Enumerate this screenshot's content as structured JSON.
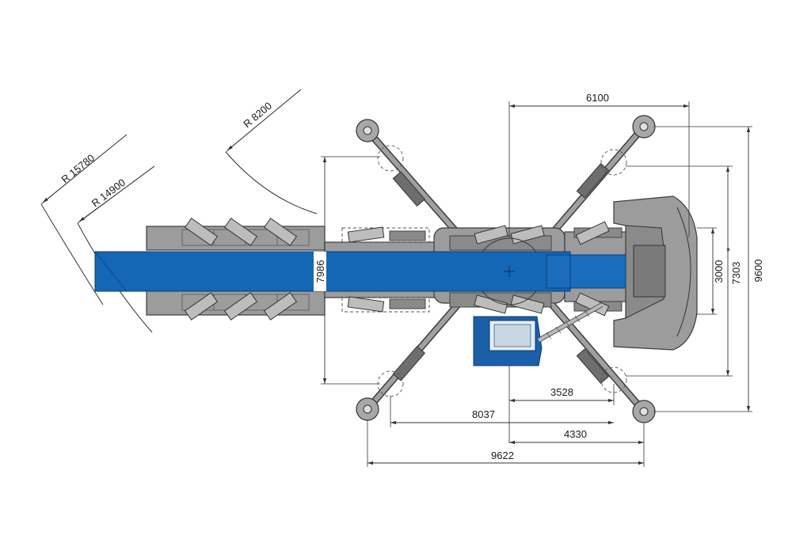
{
  "dimensions": {
    "d_6100": "6100",
    "d_9600": "9600",
    "d_7303": "7303",
    "d_7303_mark": "*",
    "d_3000": "3000",
    "d_7986": "7986",
    "d_3528": "3528",
    "d_8037": "8037",
    "d_4330": "4330",
    "d_9622": "9622"
  },
  "radii": {
    "r_15780": "R 15780",
    "r_14900": "R 14900",
    "r_8200": "R 8200"
  },
  "colors": {
    "boom_blue": "#1467b4",
    "cab_blue": "#1a5fa8",
    "chassis_grey": "#9c9c9c"
  }
}
